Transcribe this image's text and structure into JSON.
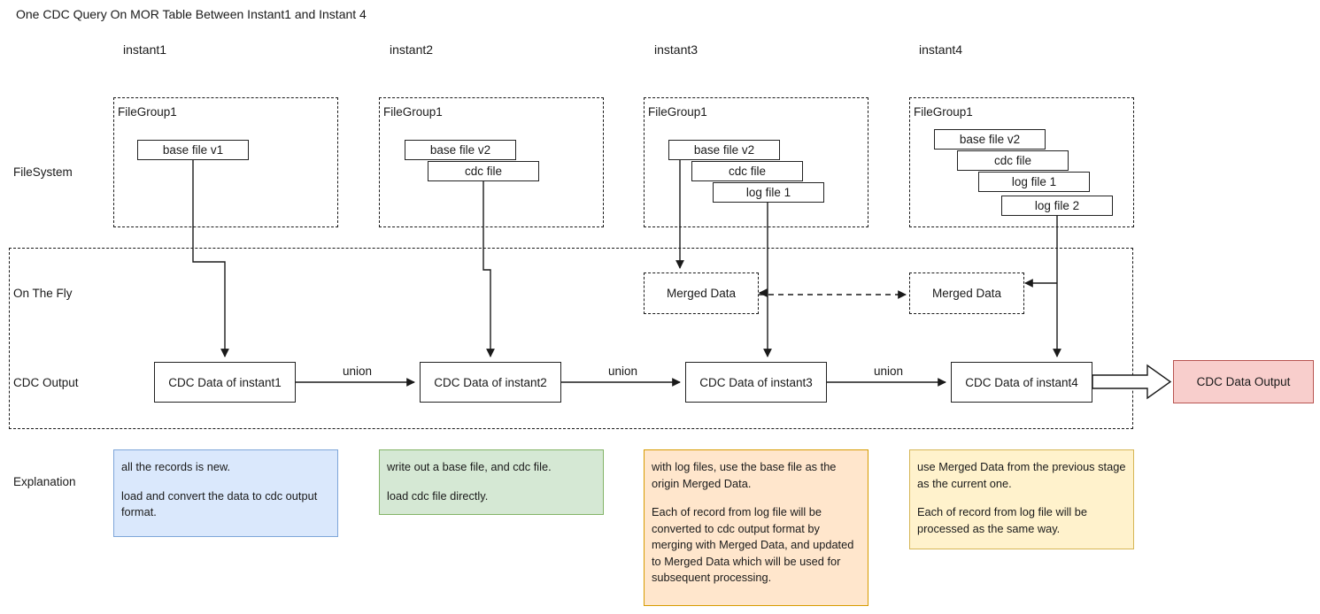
{
  "title": "One CDC Query On MOR Table Between Instant1 and Instant 4",
  "columns": [
    {
      "header": "instant1"
    },
    {
      "header": "instant2"
    },
    {
      "header": "instant3"
    },
    {
      "header": "instant4"
    }
  ],
  "rows": {
    "filesystem": "FileSystem",
    "on_the_fly": "On The Fly",
    "cdc_output": "CDC Output",
    "explanation": "Explanation"
  },
  "filegroups": [
    {
      "caption": "FileGroup1",
      "files": [
        "base file v1"
      ]
    },
    {
      "caption": "FileGroup1",
      "files": [
        "base file v2",
        "cdc file"
      ]
    },
    {
      "caption": "FileGroup1",
      "files": [
        "base file v2",
        "cdc file",
        "log file 1"
      ]
    },
    {
      "caption": "FileGroup1",
      "files": [
        "base file v2",
        "cdc file",
        "log file 1",
        "log file 2"
      ]
    }
  ],
  "merged": [
    {
      "label": "Merged Data"
    },
    {
      "label": "Merged Data"
    }
  ],
  "cdc_nodes": [
    {
      "label": "CDC Data of instant1"
    },
    {
      "label": "CDC Data of instant2"
    },
    {
      "label": "CDC Data of instant3"
    },
    {
      "label": "CDC Data of instant4"
    }
  ],
  "union_labels": [
    "union",
    "union",
    "union"
  ],
  "output": {
    "label": "CDC Data Output",
    "fill": "#f8cecc",
    "stroke": "#b85450"
  },
  "notes": [
    {
      "paragraphs": [
        "all the records is new.",
        "load and convert the data to cdc output format."
      ],
      "fill": "#dae8fc",
      "stroke": "#7ea6d9"
    },
    {
      "paragraphs": [
        "write out a base file, and cdc file.",
        "load cdc file directly."
      ],
      "fill": "#d5e8d4",
      "stroke": "#82b366"
    },
    {
      "paragraphs": [
        "with log files, use the base file as the origin Merged Data.",
        "Each of record from log file will be converted to cdc output format by merging with Merged Data, and updated to Merged Data which will be used for subsequent processing."
      ],
      "fill": "#ffe6cc",
      "stroke": "#d79b00"
    },
    {
      "paragraphs": [
        "use Merged Data from the previous stage as the current one.",
        "Each of record from log file will be processed as the same way."
      ],
      "fill": "#fff2cc",
      "stroke": "#d6b656"
    }
  ]
}
